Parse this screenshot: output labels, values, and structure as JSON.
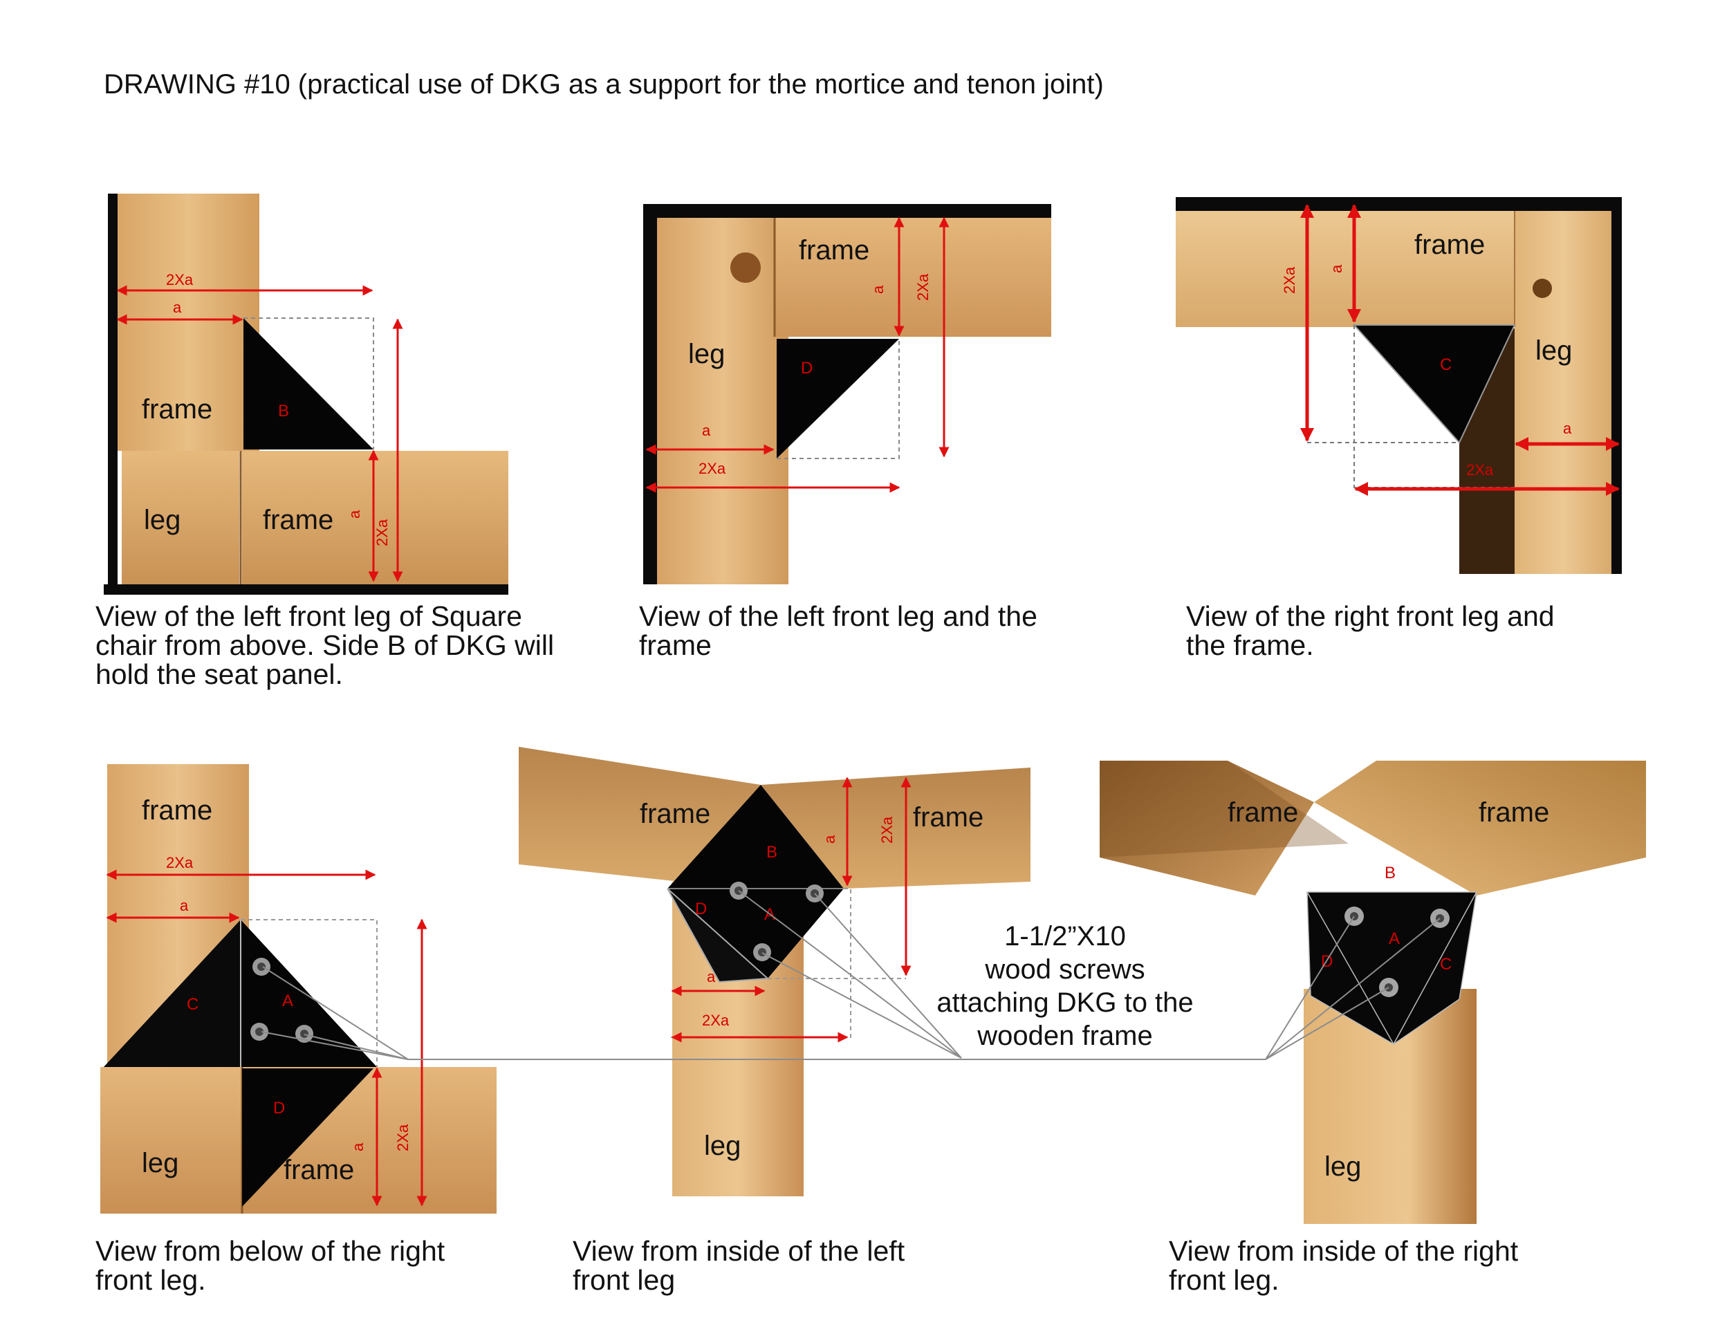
{
  "title": "DRAWING #10 (practical use of DKG as a support for the mortice and tenon joint)",
  "labels": {
    "frame": "frame",
    "leg": "leg",
    "a": "a",
    "two_a": "2Xa",
    "side_a": "A",
    "side_b": "B",
    "side_c": "C",
    "side_d": "D"
  },
  "screws_note": [
    "1-1/2”X10",
    "wood screws",
    "attaching DKG to the",
    "wooden frame"
  ],
  "captions": {
    "p1": "View of the left front leg of Square chair from above. Side B of DKG will hold the seat panel.",
    "p2": "View of the left front leg and the frame",
    "p3": "View of the right front leg and the frame.",
    "p4": "View from below of the right front leg.",
    "p5": "View from inside of the left front leg",
    "p6": "View from inside of the right front leg."
  },
  "colors": {
    "wood_light": "#e6b97c",
    "wood_mid": "#cf9a5c",
    "wood_dark": "#b37a3f",
    "plate": "#050505",
    "dimension": "#e01010"
  }
}
